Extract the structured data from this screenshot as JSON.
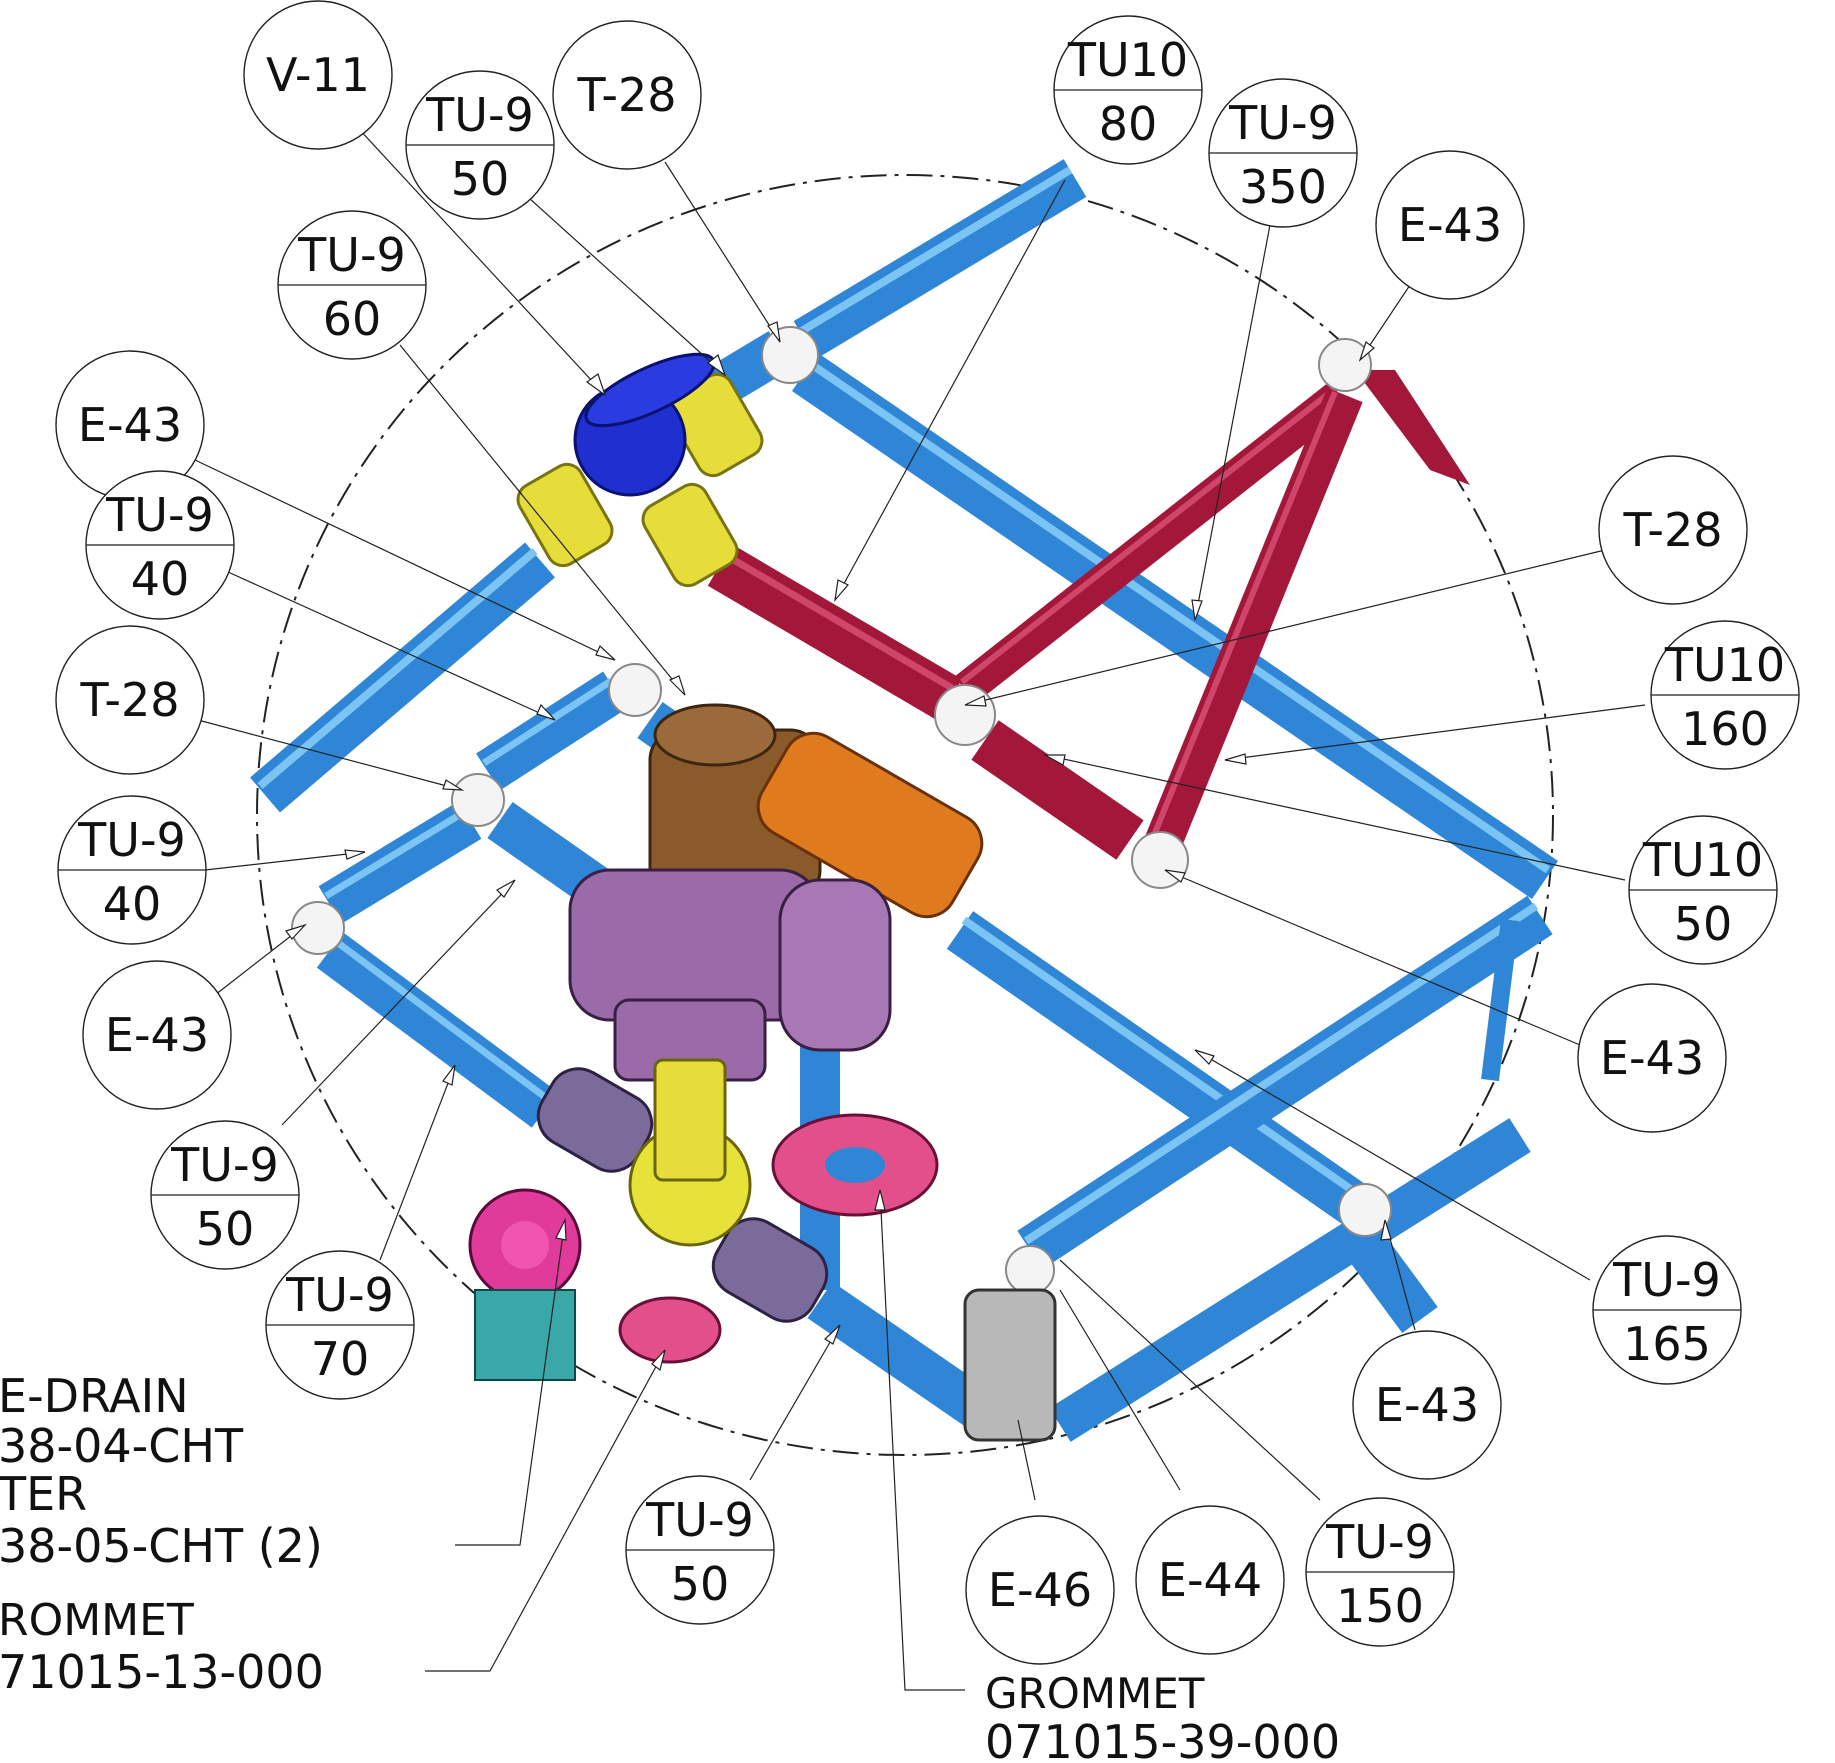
{
  "balloons": [
    {
      "id": "v11",
      "top": "V-11",
      "bottom": ""
    },
    {
      "id": "tu9-50-a",
      "top": "TU-9",
      "bottom": "50"
    },
    {
      "id": "t28-a",
      "top": "T-28",
      "bottom": ""
    },
    {
      "id": "tu10-80",
      "top": "TU10",
      "bottom": "80"
    },
    {
      "id": "tu9-350",
      "top": "TU-9",
      "bottom": "350"
    },
    {
      "id": "e43-a",
      "top": "E-43",
      "bottom": ""
    },
    {
      "id": "tu9-60",
      "top": "TU-9",
      "bottom": "60"
    },
    {
      "id": "e43-b",
      "top": "E-43",
      "bottom": ""
    },
    {
      "id": "tu9-40-a",
      "top": "TU-9",
      "bottom": "40"
    },
    {
      "id": "t28-b",
      "top": "T-28",
      "bottom": ""
    },
    {
      "id": "t28-c",
      "top": "T-28",
      "bottom": ""
    },
    {
      "id": "tu10-160",
      "top": "TU10",
      "bottom": "160"
    },
    {
      "id": "tu9-40-b",
      "top": "TU-9",
      "bottom": "40"
    },
    {
      "id": "tu10-50",
      "top": "TU10",
      "bottom": "50"
    },
    {
      "id": "e43-c",
      "top": "E-43",
      "bottom": ""
    },
    {
      "id": "e43-d",
      "top": "E-43",
      "bottom": ""
    },
    {
      "id": "tu9-50-b",
      "top": "TU-9",
      "bottom": "50"
    },
    {
      "id": "tu9-165",
      "top": "TU-9",
      "bottom": "165"
    },
    {
      "id": "tu9-70",
      "top": "TU-9",
      "bottom": "70"
    },
    {
      "id": "e43-e",
      "top": "E-43",
      "bottom": ""
    },
    {
      "id": "tu9-50-c",
      "top": "TU-9",
      "bottom": "50"
    },
    {
      "id": "e46",
      "top": "E-46",
      "bottom": ""
    },
    {
      "id": "e44",
      "top": "E-44",
      "bottom": ""
    },
    {
      "id": "tu9-150",
      "top": "TU-9",
      "bottom": "150"
    }
  ],
  "notes": {
    "drain_line1": "E-DRAIN",
    "drain_line2": "38-04-CHT",
    "filter_line1": "TER",
    "filter_line2": "38-05-CHT (2)",
    "grommet_left_line1": "ROMMET",
    "grommet_left_line2": "71015-13-000",
    "grommet_right_line1": "GROMMET",
    "grommet_right_line2": "071015-39-000"
  },
  "colors": {
    "pipe_blue": "#2f86d6",
    "pipe_red": "#a3173b",
    "valve_blue": "#1f2fd0",
    "coupling_yellow": "#e6dc3a",
    "valve_brown": "#8a5a2a",
    "valve_orange": "#e07a1e",
    "body_purple": "#9b6aa8",
    "grommet_pink": "#e24f8a"
  }
}
